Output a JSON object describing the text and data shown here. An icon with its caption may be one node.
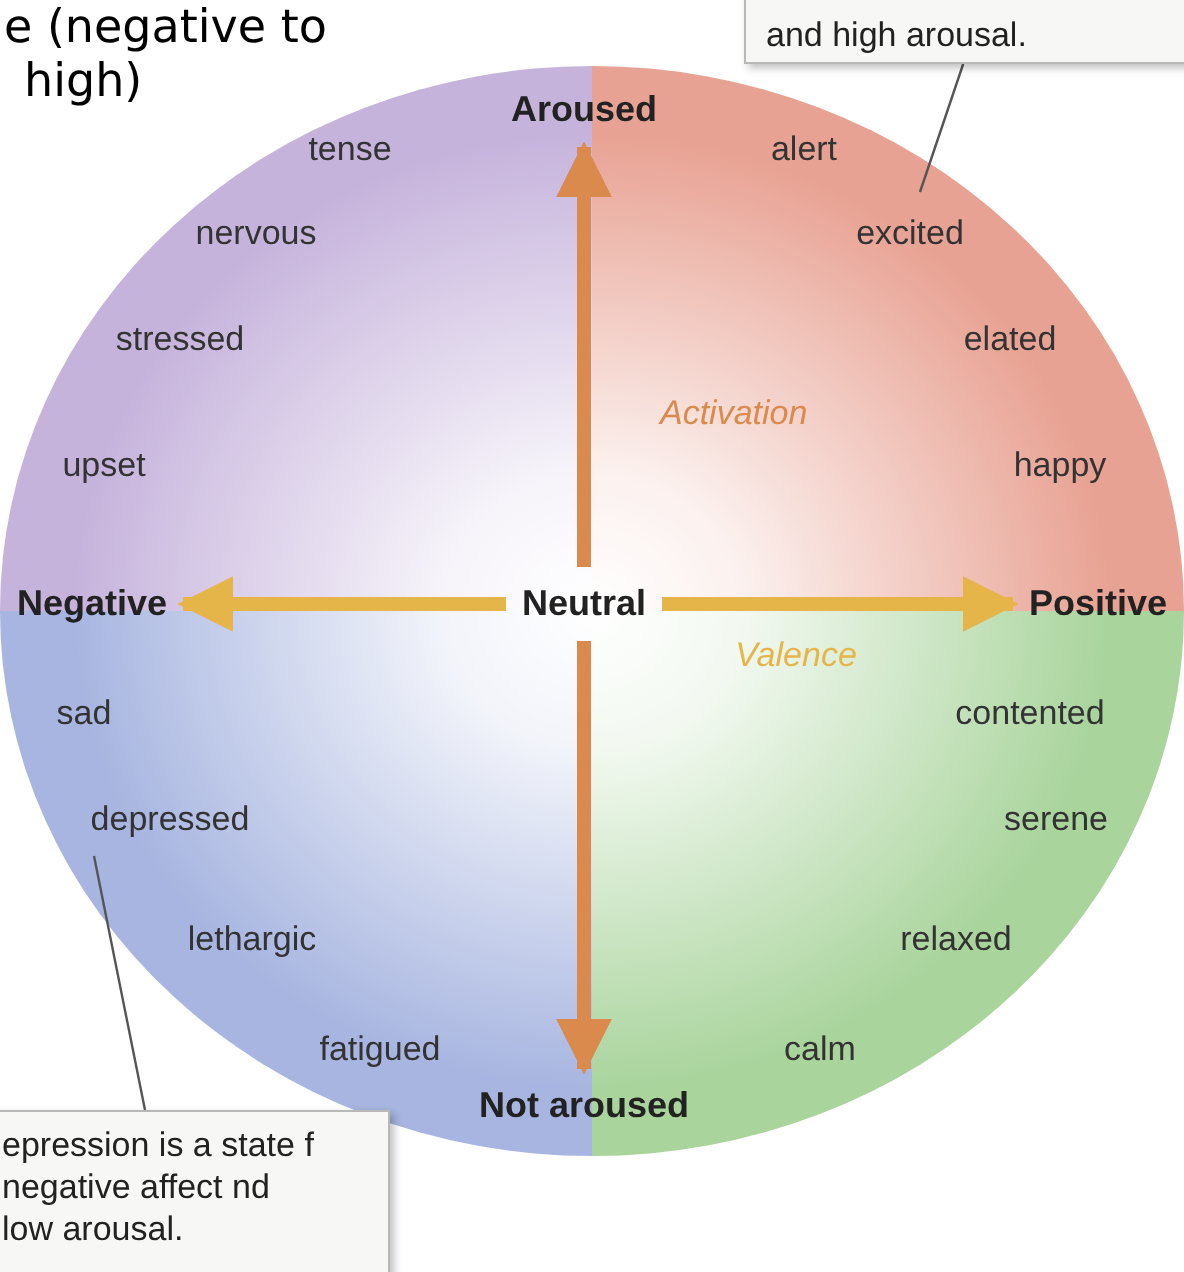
{
  "diagram": {
    "nodes": [
      {
        "text": [],
        "shape": "circle"
      },
      {
        "text": [
          "Aroused"
        ],
        "in": 0
      },
      {
        "text": [
          "Negative"
        ],
        "in": 0
      },
      {
        "text": [
          "Neutral"
        ],
        "in": 0
      },
      {
        "text": [
          "Positive"
        ],
        "in": 0
      },
      {
        "text": [
          "Not aroused"
        ],
        "in": 0
      },
      {
        "text": [
          "and high arousal."
        ]
      },
      {
        "text": [
          "epression is a state f negative affect nd low arousal."
        ]
      }
    ],
    "edges": [
      {
        "from": 3,
        "to": 1,
        "arrow": "to",
        "label": "Activation"
      },
      {
        "from": 3,
        "to": 5,
        "arrow": "to"
      },
      {
        "from": 3,
        "to": 2,
        "arrow": "to",
        "color": "#e6b54a"
      },
      {
        "from": 3,
        "to": 4,
        "arrow": "to",
        "label": "Valence",
        "color": "#e6b54a"
      },
      {
        "from": 6,
        "to": null,
        "arrow": "none",
        "color": "#555555"
      },
      {
        "from": 7,
        "to": null,
        "arrow": "none",
        "color": "#555555"
      }
    ],
    "labels": [
      "e (negative to",
      "high)",
      "tense",
      "alert",
      "nervous",
      "excited",
      "stressed",
      "elated",
      "upset",
      "happy",
      "sad",
      "contented",
      "depressed",
      "serene",
      "lethargic",
      "relaxed",
      "fatigued",
      "calm"
    ]
  }
}
